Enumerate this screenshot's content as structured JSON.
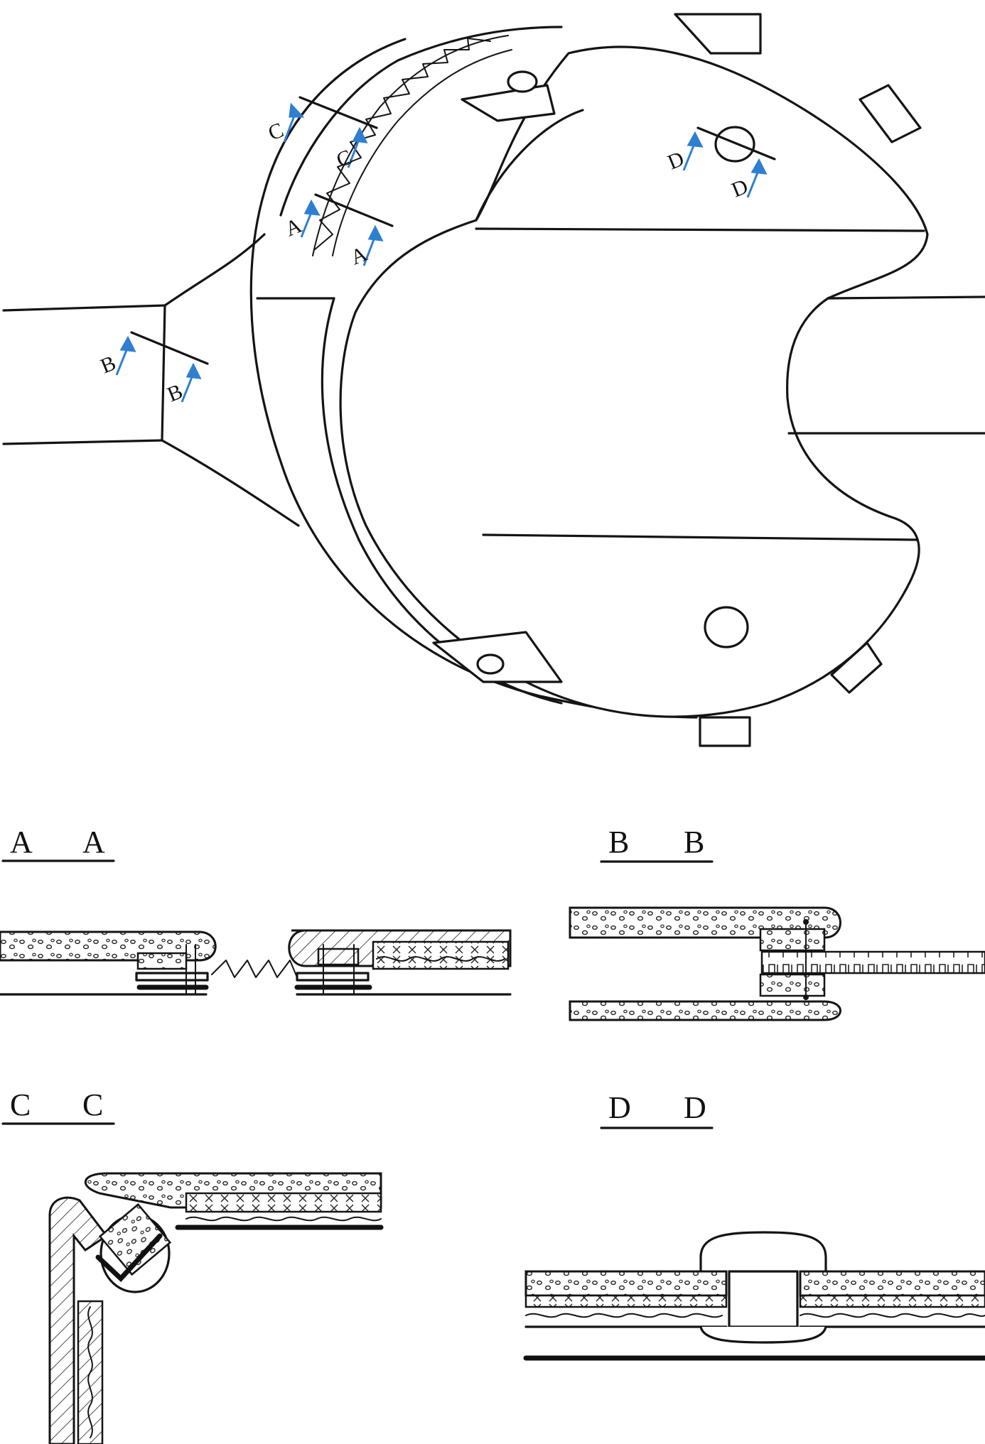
{
  "cut_labels": {
    "a1": "A",
    "a2": "A",
    "b1": "B",
    "b2": "B",
    "c1": "C",
    "c2": "C",
    "d1": "D",
    "d2": "D"
  },
  "sections": {
    "aa": {
      "left": "A",
      "right": "A"
    },
    "bb": {
      "left": "B",
      "right": "B"
    },
    "cc": {
      "left": "C",
      "right": "C"
    },
    "dd": {
      "left": "D",
      "right": "D"
    }
  },
  "colors": {
    "arrow": "#2f7fd0",
    "ink": "#141414"
  }
}
